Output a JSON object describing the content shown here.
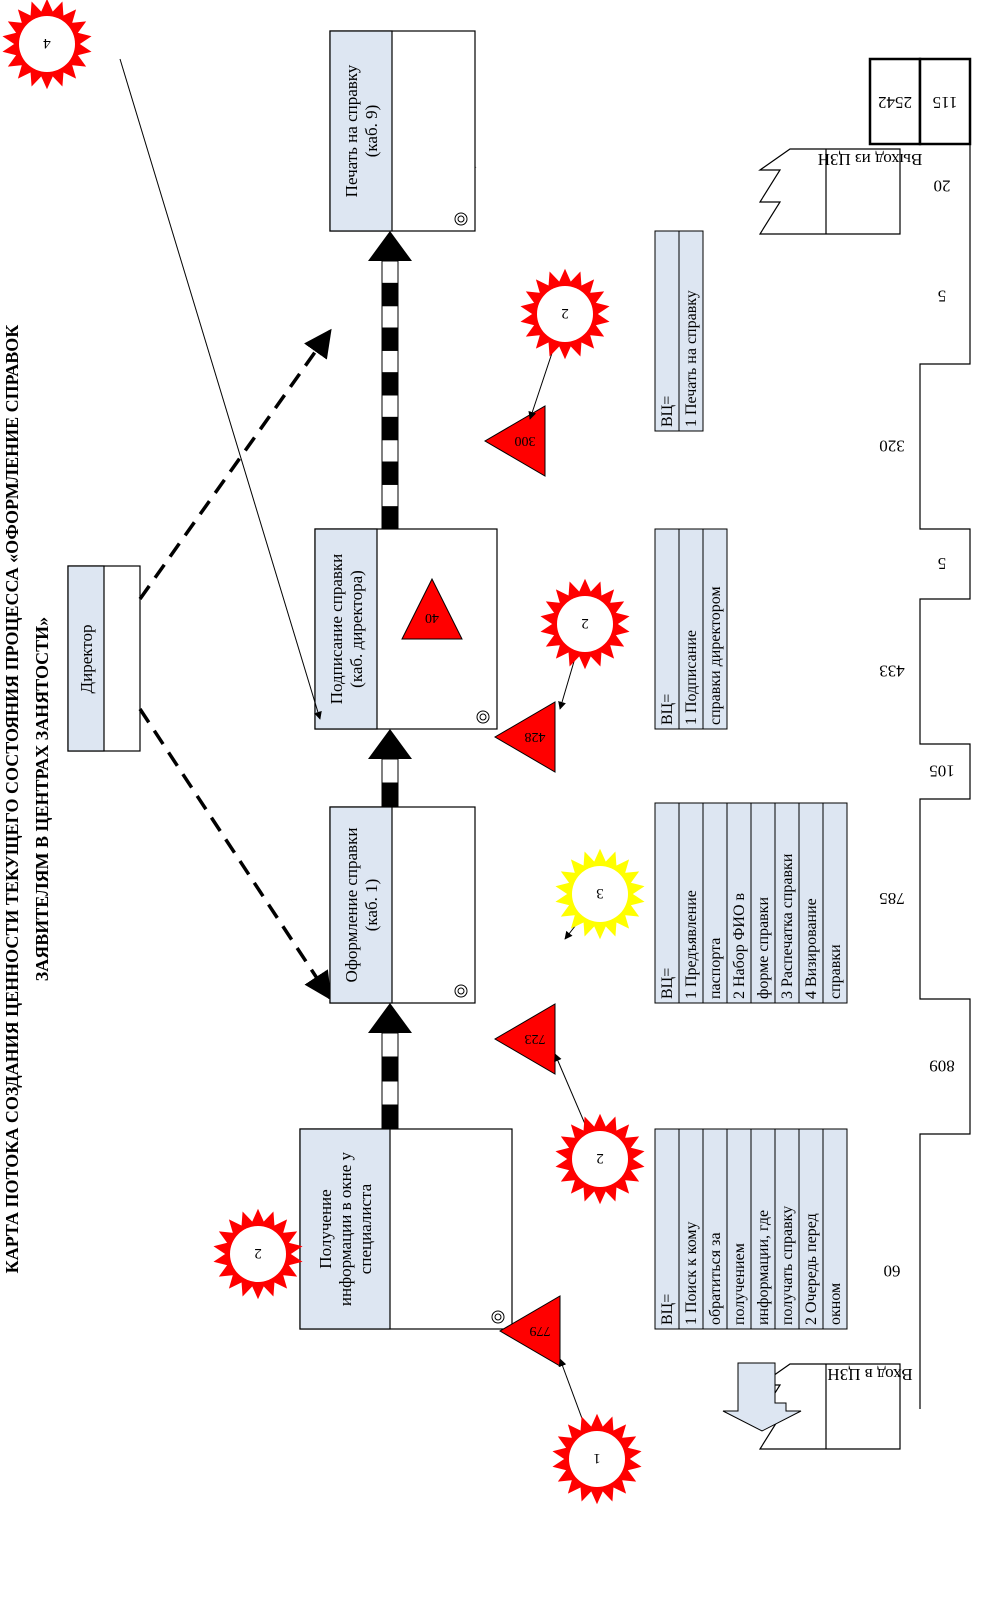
{
  "title": {
    "line1": "КАРТА ПОТОКА СОЗДАНИЯ ЦЕННОСТИ ТЕКУЩЕГО СОСТОЯНИЯ ПРОЦЕССА «ОФОРМЛЕНИЕ СПРАВОК",
    "line2": "ЗАЯВИТЕЛЯМ В ЦЕНТРАХ ЗАНЯТОСТИ»"
  },
  "entry": {
    "label": "Вход в ЦЗН"
  },
  "exit": {
    "label": "Выход из ЦЗН"
  },
  "director": {
    "label": "Директор"
  },
  "processes": [
    {
      "lines": [
        "Получение",
        "информации в окне у",
        "специалиста"
      ],
      "inventory": "779",
      "inner_inventory": ""
    },
    {
      "lines": [
        "Оформление справки",
        "(каб. 1)"
      ],
      "inventory": "723",
      "inner_inventory": ""
    },
    {
      "lines": [
        "Подписание справки",
        "(каб. директора)"
      ],
      "inventory": "428",
      "inner_inventory": "40"
    },
    {
      "lines": [
        "Печать на справку",
        "(каб. 9)"
      ],
      "inventory": "300",
      "inner_inventory": ""
    }
  ],
  "bursts": [
    {
      "label": "1",
      "color": "#ff0000"
    },
    {
      "label": "2",
      "color": "#ff0000"
    },
    {
      "label": "2",
      "color": "#ff0000"
    },
    {
      "label": "3",
      "color": "#ffff00"
    },
    {
      "label": "2",
      "color": "#ff0000"
    },
    {
      "label": "2",
      "color": "#ff0000"
    },
    {
      "label": "4",
      "color": "#ff0000"
    }
  ],
  "value_lists": [
    {
      "rows": [
        "ВЦ=",
        "1 Поиск к кому",
        "обратиться за",
        "получением",
        "информации, где",
        "получать справку",
        "2 Очередь перед",
        "окном"
      ]
    },
    {
      "rows": [
        "ВЦ=",
        "1 Предъявление",
        "паспорта",
        "2 Набор ФИО в",
        "форме справки",
        "3 Распечатка справки",
        "4 Визирование",
        "справки"
      ]
    },
    {
      "rows": [
        "ВЦ=",
        "1 Подписание",
        "справки директором"
      ]
    },
    {
      "rows": [
        "ВЦ=",
        "1 Печать на справку"
      ]
    }
  ],
  "timeline": {
    "wait": [
      "60",
      "785",
      "433",
      "320"
    ],
    "process": [
      "809",
      "105",
      "5",
      "5",
      "20"
    ],
    "totals": [
      "2542",
      "115"
    ]
  },
  "colors": {
    "box_header": "#dde6f2",
    "push_arrow": "#dde6f2",
    "inventory": "#ff0000",
    "burst_red": "#ff0000",
    "burst_yellow": "#ffff00"
  }
}
